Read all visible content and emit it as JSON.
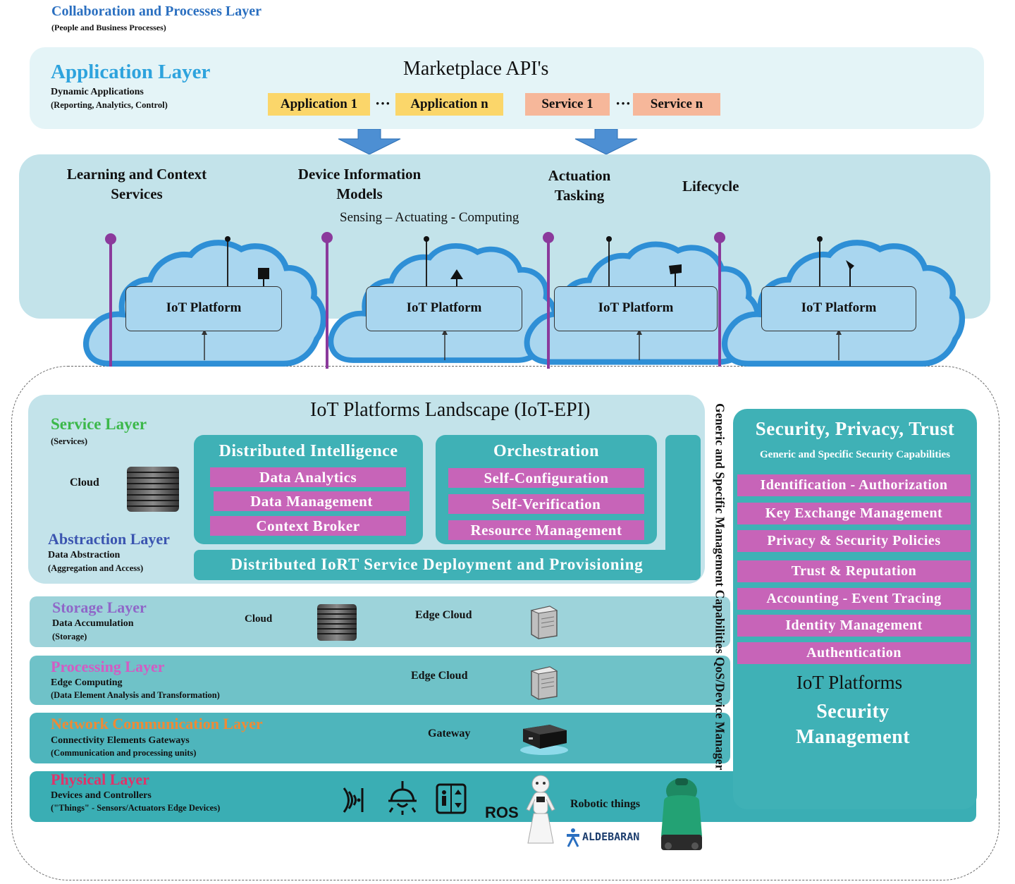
{
  "collab": {
    "title": "Collaboration and Processes Layer",
    "subtitle": "(People and Business Processes)"
  },
  "app_layer": {
    "title": "Application Layer",
    "line1": "Dynamic Applications",
    "line2": "(Reporting, Analytics, Control)",
    "marketplace": "Marketplace API's",
    "app1": "Application 1",
    "dots1": "···",
    "appn": "Application n",
    "svc1": "Service 1",
    "dots2": "···",
    "svcn": "Service n"
  },
  "middleware": {
    "learning_line1": "Learning and Context",
    "learning_line2": "Services",
    "device_line1": "Device Information",
    "device_line2": "Models",
    "actuation_line1": "Actuation",
    "actuation_line2": "Tasking",
    "lifecycle": "Lifecycle",
    "sensing": "Sensing – Actuating - Computing"
  },
  "clouds": [
    {
      "label": "IoT Platform"
    },
    {
      "label": "IoT Platform"
    },
    {
      "label": "IoT Platform"
    },
    {
      "label": "IoT Platform"
    }
  ],
  "landscape": {
    "title": "IoT Platforms Landscape (IoT-EPI)"
  },
  "service_layer": {
    "title": "Service Layer",
    "subtitle": "(Services)",
    "cloud": "Cloud"
  },
  "abstraction_layer": {
    "title": "Abstraction Layer",
    "line1": "Data Abstraction",
    "line2": "(Aggregation and Access)"
  },
  "distributed_intelligence": {
    "title": "Distributed Intelligence",
    "items": [
      "Data Analytics",
      "Data Management",
      "Context Broker"
    ]
  },
  "orchestration": {
    "title": "Orchestration",
    "items": [
      "Self-Configuration",
      "Self-Verification",
      "Resource Management"
    ]
  },
  "deployment": "Distributed IoRT Service Deployment and Provisioning",
  "vertical_text": "Generic and Specific Management Capabilities QoS/Device Manager",
  "storage_layer": {
    "title": "Storage Layer",
    "line1": "Data Accumulation",
    "line2": "(Storage)",
    "cloud": "Cloud",
    "edge": "Edge Cloud"
  },
  "processing_layer": {
    "title": "Processing Layer",
    "line1": "Edge Computing",
    "line2": "(Data Element Analysis and Transformation)",
    "edge": "Edge Cloud"
  },
  "network_layer": {
    "title": "Network Communication Layer",
    "line1": "Connectivity  Elements Gateways",
    "line2": "(Communication and processing units)",
    "gateway": "Gateway"
  },
  "physical_layer": {
    "title": "Physical Layer",
    "line1": "Devices and Controllers",
    "line2": "(\"Things\" - Sensors/Actuators Edge Devices)",
    "ros": "ROS",
    "robotic": "Robotic things",
    "aldebaran": "ALDEBARAN"
  },
  "security": {
    "title": "Security, Privacy, Trust",
    "subtitle": "Generic and Specific Security Capabilities",
    "items": [
      "Identification - Authorization",
      "Key Exchange  Management",
      "Privacy & Security  Policies",
      "Trust & Reputation",
      "Accounting - Event Tracing",
      "Identity Management",
      "Authentication"
    ],
    "platforms": "IoT Platforms",
    "mgmt_line1": "Security",
    "mgmt_line2": "Management"
  },
  "colors": {
    "app_blue": "#2ea3dd",
    "service_green": "#3cb84a",
    "abstraction_blue": "#3b55b0",
    "storage_purple": "#8f67c8",
    "processing_pink": "#d35bc3",
    "network_orange": "#ef8a35",
    "physical_red": "#e0336a",
    "pink_box": "#c764b8",
    "teal_dark": "#3fb1b6"
  }
}
